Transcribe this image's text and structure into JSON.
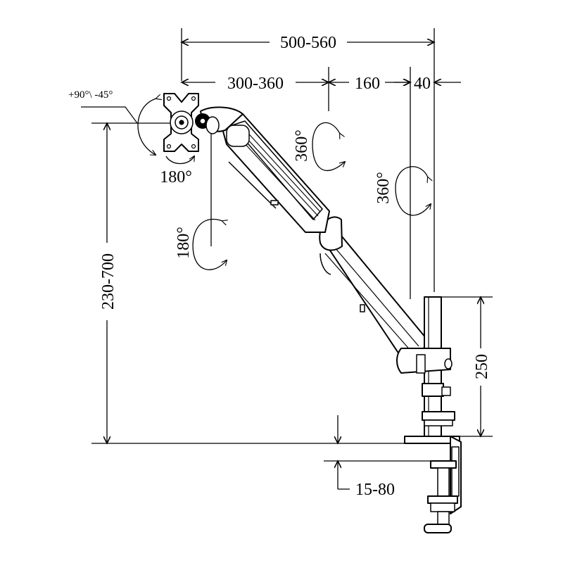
{
  "dimensions": {
    "total_reach": "500-560",
    "arm_segment_1": "300-360",
    "arm_segment_2": "160",
    "pole_offset": "40",
    "height_range": "230-700",
    "pole_height": "250",
    "clamp_thickness": "15-80"
  },
  "rotations": {
    "tilt": "+90°\\ -45°",
    "head_rotation": "180°",
    "swivel": "180°",
    "arm_rotation_1": "360°",
    "arm_rotation_2": "360°"
  },
  "colors": {
    "line": "#000000",
    "background": "#ffffff",
    "part_fill": "#ffffff"
  }
}
